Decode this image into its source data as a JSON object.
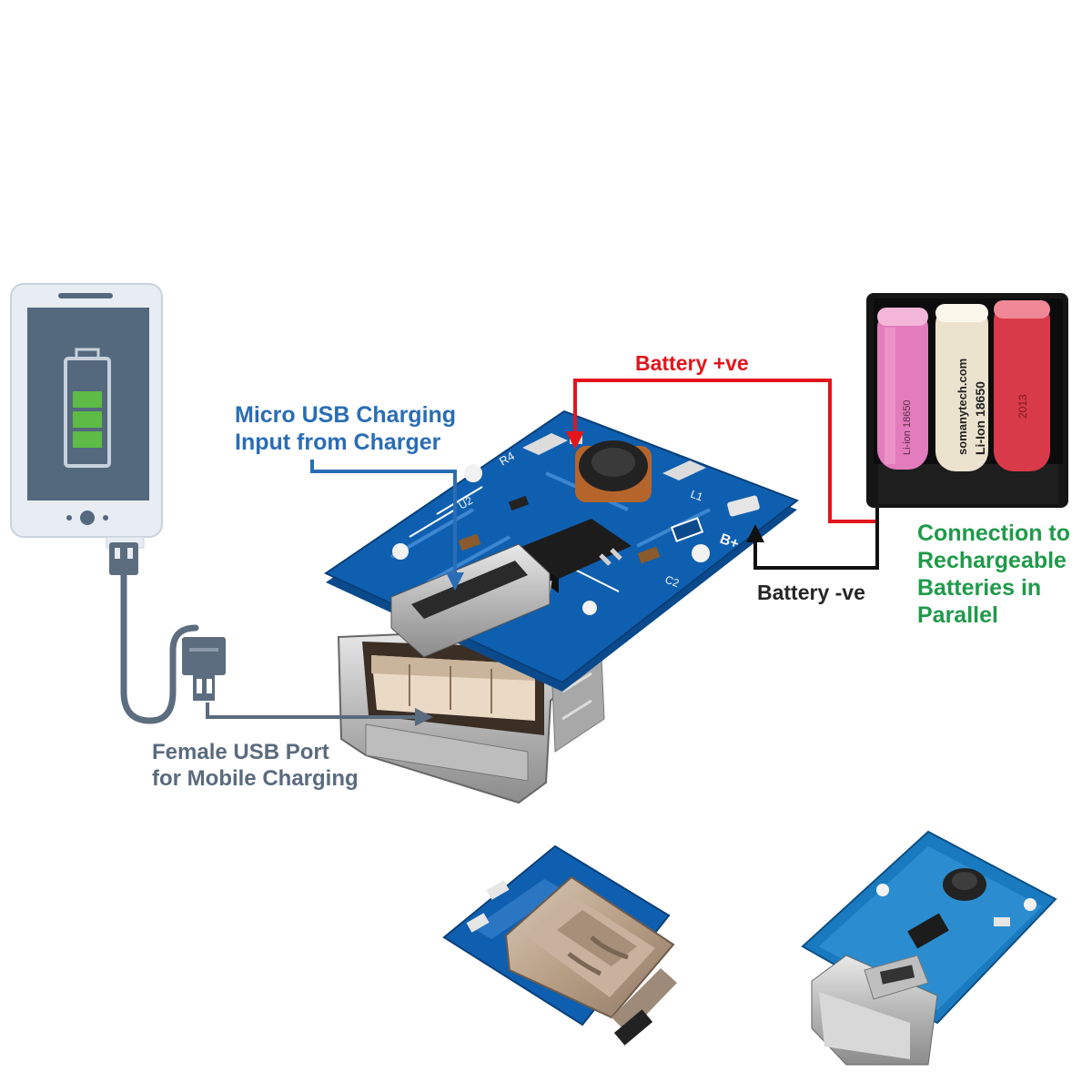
{
  "labels": {
    "micro_usb": {
      "line1": "Micro USB Charging",
      "line2": "Input from Charger"
    },
    "female_usb": {
      "line1": "Female USB Port",
      "line2": "for Mobile Charging"
    },
    "battery_positive": "Battery +ve",
    "battery_negative": "Battery -ve",
    "connection": {
      "line1": "Connection to",
      "line2": "Rechargeable",
      "line3": "Batteries in",
      "line4": "Parallel"
    }
  },
  "cells": [
    {
      "color": "pink",
      "print1": "Li-ion 18650"
    },
    {
      "color": "cream",
      "print1": "somanytech.com",
      "print2": "Li-Ion 18650"
    },
    {
      "color": "red",
      "print1": "2013"
    }
  ],
  "colors": {
    "label_blue": "#2a6db5",
    "label_slate": "#5a6b7d",
    "label_red": "#e3151b",
    "label_dark": "#262626",
    "label_green": "#1f9a4a",
    "wire_positive": "#e3151b",
    "wire_negative": "#111111",
    "pcb_blue": "#0f5fb0",
    "phone_frame": "#e7edf3",
    "phone_screen": "#54697e",
    "battery_fill": "#5dbb46",
    "cable": "#5c6d80"
  },
  "icons": [
    "phone-icon",
    "battery-level-icon",
    "usb-plug-icon",
    "usb-a-plug-icon"
  ]
}
